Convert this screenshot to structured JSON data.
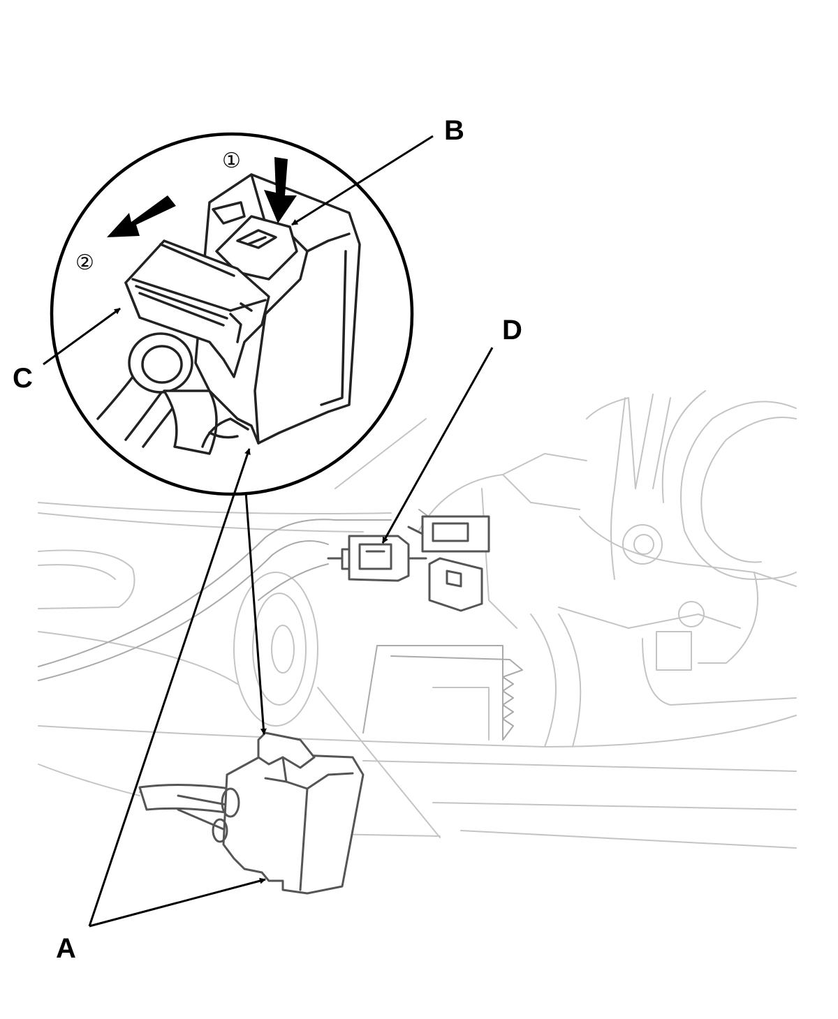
{
  "callouts": {
    "a": "A",
    "b": "B",
    "c": "C",
    "d": "D"
  },
  "steps": {
    "one": "①",
    "two": "②"
  },
  "colors": {
    "line": "#000000",
    "background_line": "#c4c4c4",
    "part_outline": "#555555"
  }
}
